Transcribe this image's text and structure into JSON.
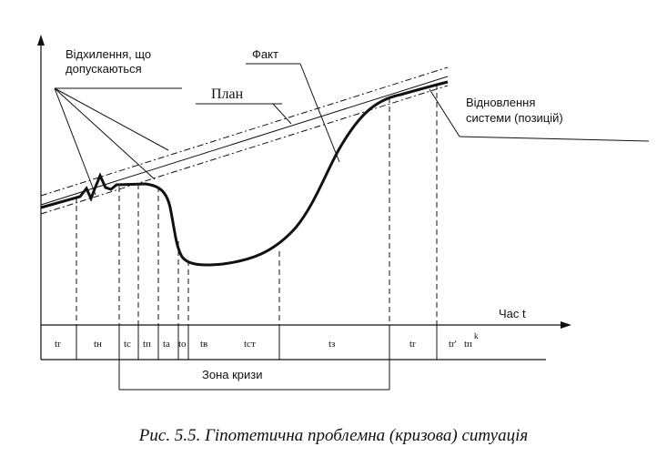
{
  "labels": {
    "deviations": "Відхилення, що",
    "deviations_2": "допускаються",
    "fact": "Факт",
    "plan": "План",
    "recovery": "Відновлення",
    "recovery_2": "системи (позицій)",
    "time_axis": "Час t",
    "crisis_zone": "Зона кризи"
  },
  "segments": [
    {
      "id": "t1",
      "text": "tr"
    },
    {
      "id": "t2",
      "text": "tн"
    },
    {
      "id": "t3",
      "text": "tc"
    },
    {
      "id": "t4",
      "text": "tп"
    },
    {
      "id": "t5",
      "text": "tа"
    },
    {
      "id": "t6",
      "text": "tо"
    },
    {
      "id": "t7",
      "text": "tв"
    },
    {
      "id": "t8",
      "text": "tст"
    },
    {
      "id": "t9",
      "text": "tз"
    },
    {
      "id": "t10",
      "text": "tr"
    },
    {
      "id": "t11",
      "text": "tr'"
    },
    {
      "id": "t12",
      "text": "tп"
    },
    {
      "id": "t12sup",
      "text": "k"
    }
  ],
  "caption": "Рис. 5.5. Гіпотетична проблемна (кризова) ситуація",
  "colors": {
    "ink": "#111111"
  }
}
